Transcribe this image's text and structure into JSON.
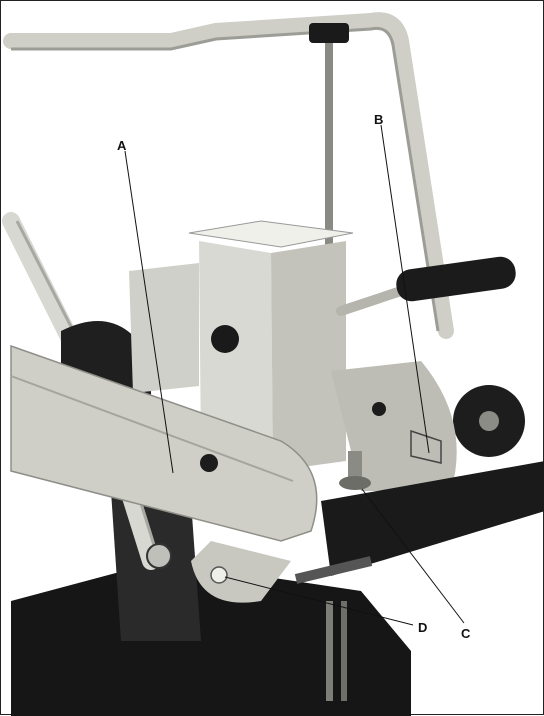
{
  "callouts": {
    "a": "A",
    "b": "B",
    "c": "C",
    "d": "D"
  },
  "colors": {
    "metal_light": "#dcdcd6",
    "metal_mid": "#b9b9b2",
    "dark": "#1c1c1c",
    "tube": "#d2d2cc"
  }
}
